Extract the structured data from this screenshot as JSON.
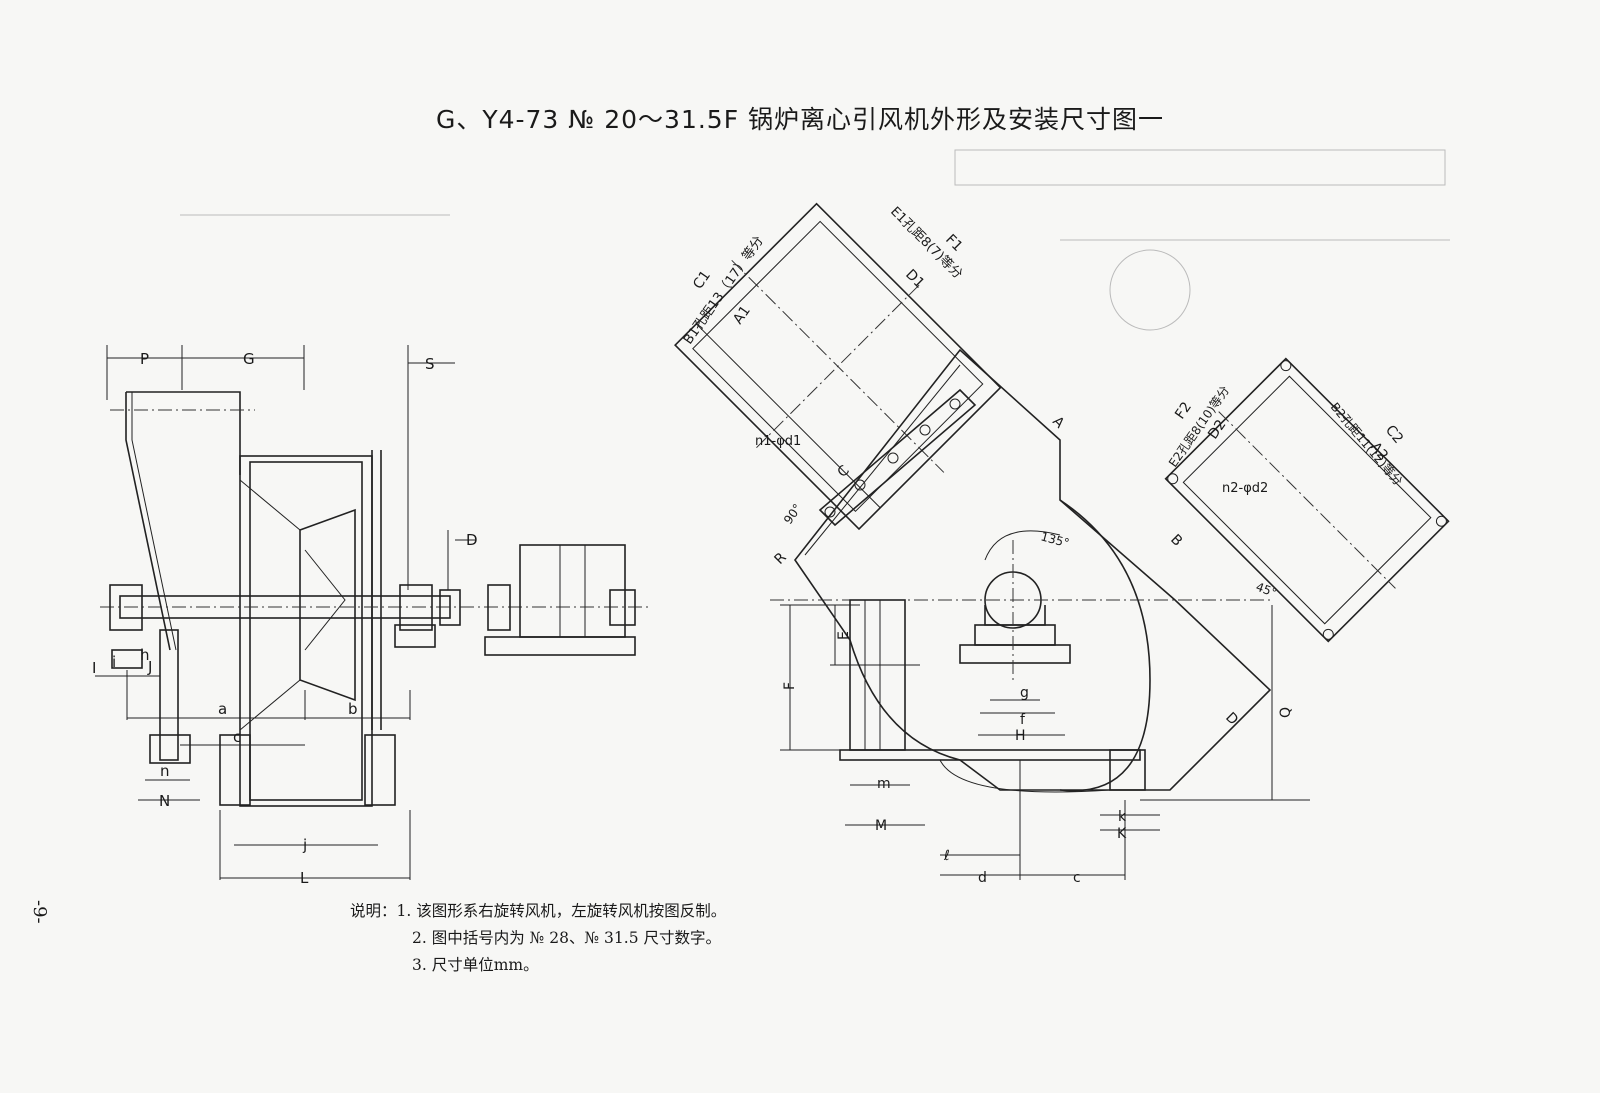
{
  "title": "G、Y4-73 № 20～31.5F 锅炉离心引风机外形及安装尺寸图一",
  "page_number": "-9-",
  "notes": [
    "说明：1. 该图形系右旋转风机，左旋转风机按图反制。",
    "2. 图中括号内为 № 28、№ 31.5 尺寸数字。",
    "3. 尺寸单位mm。"
  ],
  "side_view_labels": {
    "P": "P",
    "G": "G",
    "S": "S",
    "D": "D",
    "I": "I",
    "i": "i",
    "h": "h",
    "J": "J",
    "a": "a",
    "b": "b",
    "c": "c",
    "n": "n",
    "N": "N",
    "j": "j",
    "L": "L"
  },
  "front_view_labels": {
    "C1": "C1",
    "F1": "F1",
    "D1": "D1",
    "A1": "A1",
    "B1_holes": "B1孔距13（17）等分",
    "E1_holes": "E1孔距8(7)等分",
    "n1_d1": "n1-φd1",
    "C": "C",
    "A": "A",
    "B": "B",
    "R": "R",
    "angle90": "90°",
    "angle135": "135°",
    "angle45": "45°",
    "F2": "F2",
    "E2_holes": "E2孔距8(10)等分",
    "D2": "D2",
    "B2_holes": "B2孔距11(12)等分",
    "C2": "C2",
    "A2": "A2",
    "n2_d2": "n2-φd2",
    "E": "E",
    "F": "F",
    "g": "g",
    "f": "f",
    "H": "H",
    "Q": "Q",
    "Dd": "D",
    "m": "m",
    "M": "M",
    "k": "k",
    "K": "K",
    "l": "ℓ",
    "d": "d",
    "c2": "c"
  }
}
